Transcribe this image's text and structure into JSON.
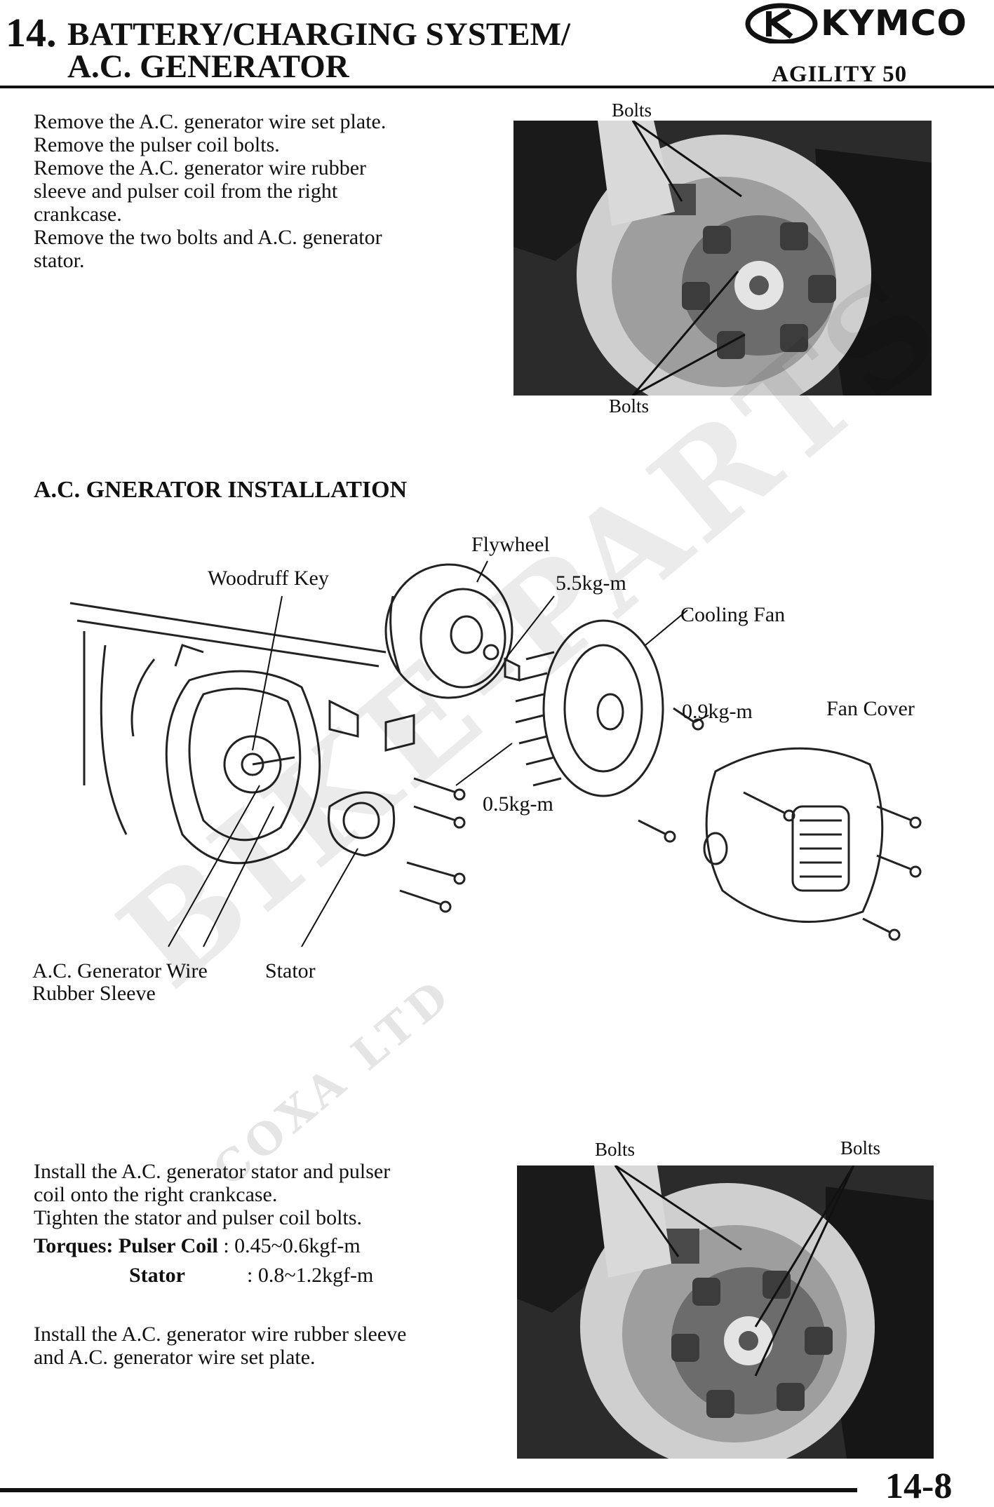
{
  "header": {
    "chapter_number": "14.",
    "title_line1": "BATTERY/CHARGING SYSTEM/",
    "title_line2": "A.C. GENERATOR",
    "brand": "KYMCO",
    "model": "AGILITY 50"
  },
  "removal": {
    "lines": [
      "Remove the A.C. generator wire set plate.",
      "Remove the pulser coil bolts.",
      "Remove the A.C. generator wire rubber",
      "sleeve and pulser coil from the right",
      "crankcase.",
      "Remove the two bolts and A.C. generator",
      "stator."
    ],
    "photo_label_top": "Bolts",
    "photo_label_bottom": "Bolts"
  },
  "installation": {
    "heading": "A.C. GNERATOR INSTALLATION",
    "diagram_labels": {
      "flywheel": "Flywheel",
      "woodruff_key": "Woodruff Key",
      "torque_flywheel": "5.5kg-m",
      "cooling_fan": "Cooling Fan",
      "torque_fan": "0.9kg-m",
      "fan_cover": "Fan Cover",
      "torque_stator": "0.5kg-m",
      "wire_sleeve_line1": "A.C. Generator Wire",
      "wire_sleeve_line2": "Rubber Sleeve",
      "stator": "Stator"
    },
    "steps": [
      "Install the A.C. generator stator and pulser",
      "coil onto the right crankcase.",
      "Tighten the stator and pulser coil bolts."
    ],
    "torques": {
      "heading": "Torques:",
      "pulser_label": "Pulser Coil",
      "pulser_value": ": 0.45~0.6kgf-m",
      "stator_label": "Stator",
      "stator_value": ": 0.8~1.2kgf-m"
    },
    "final_lines": [
      "Install the A.C. generator wire rubber sleeve",
      "and A.C. generator wire set plate."
    ],
    "photo_label_left": "Bolts",
    "photo_label_right": "Bolts"
  },
  "footer": {
    "page_number": "14-8"
  }
}
